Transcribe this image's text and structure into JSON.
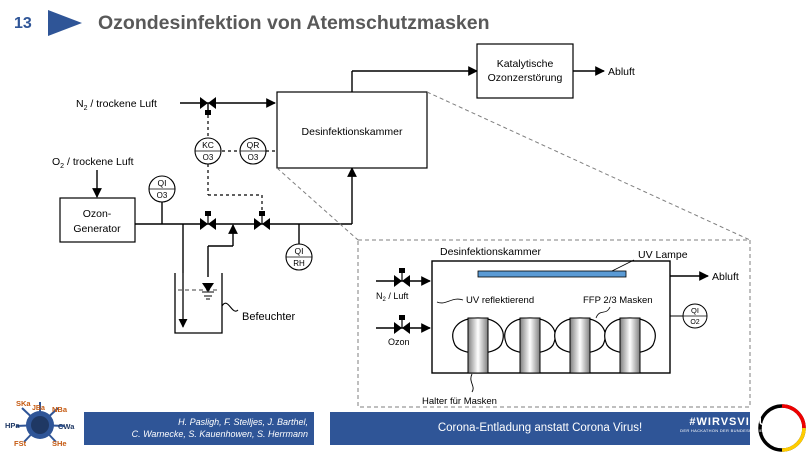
{
  "slide": {
    "number": "13",
    "title": "Ozondesinfektion von Atemschutzmasken",
    "accent_color": "#2f5597",
    "title_color": "#595959"
  },
  "diagram": {
    "n2_label": "trockene Luft",
    "n2_chem": "N",
    "n2_sub": "2",
    "o2_label": "trockene Luft",
    "o2_chem": "O",
    "o2_sub": "2",
    "generator": [
      "Ozon-",
      "Generator"
    ],
    "kammer": "Desinfektionskammer",
    "kat": [
      "Katalytische",
      "Ozonzerstörung"
    ],
    "abluft": "Abluft",
    "befeuchter": "Befeuchter",
    "instruments": {
      "kc": [
        "KC",
        "O3"
      ],
      "qr": [
        "QR",
        "O3"
      ],
      "qi_o3": [
        "QI",
        "O3"
      ],
      "qi_rh": [
        "QI",
        "RH"
      ]
    }
  },
  "detail": {
    "title": "Desinfektionskammer",
    "uv_lampe": "UV Lampe",
    "abluft": "Abluft",
    "n2": "N",
    "n2_sub": "2",
    "n2_rest": " / Luft",
    "ozon": "Ozon",
    "uv_reflektiert": "UV reflektierend",
    "ffp": "FFP 2/3 Masken",
    "halter": "Halter für Masken",
    "qi": [
      "QI",
      "O2"
    ]
  },
  "footer": {
    "authors": [
      "H. Pasligh, F. Stelljes, J. Barthel,",
      "C. Warnecke, S. Kauenhowen, S. Herrmann"
    ],
    "tagline": "Corona-Entladung anstatt Corona Virus!",
    "logo_text": "#WIRVSVIRUS",
    "logo_sub": "DER HACKATHON DER BUNDESREGIERUNG",
    "team_tags": [
      "SKa",
      "NBa",
      "HPa",
      "CWa",
      "FSt",
      "JBa",
      "SHe"
    ]
  }
}
